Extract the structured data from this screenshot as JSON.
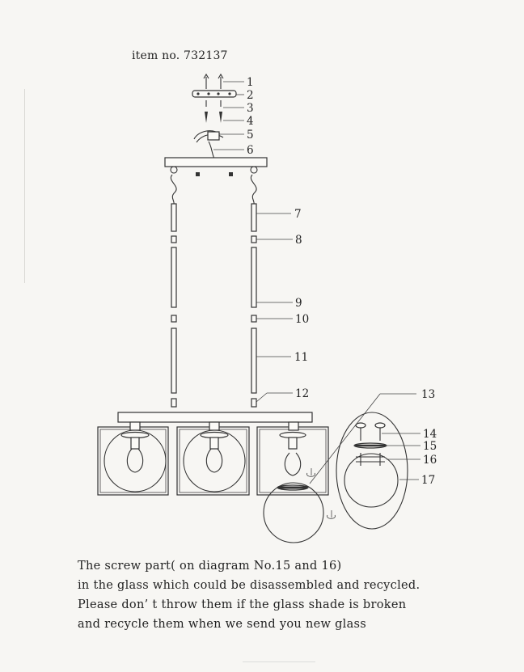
{
  "header": {
    "item_label": "item no. 732137"
  },
  "diagram": {
    "part_numbers": [
      "1",
      "2",
      "3",
      "4",
      "5",
      "6",
      "7",
      "8",
      "9",
      "10",
      "11",
      "12",
      "13",
      "14",
      "15",
      "16",
      "17"
    ]
  },
  "note": {
    "lines": [
      "The screw part( on diagram No.15 and 16)",
      "in the glass which could be disassembled and recycled.",
      "Please don’ t throw them if the glass shade is broken",
      "and recycle them when we send you new glass"
    ]
  }
}
